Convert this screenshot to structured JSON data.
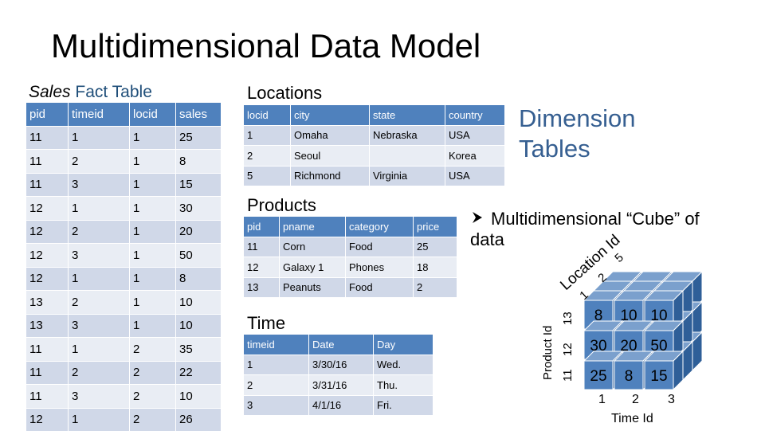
{
  "title": "Multidimensional Data Model",
  "sales": {
    "label_italic": "Sales",
    "label_plain": "Fact Table",
    "columns": [
      "pid",
      "timeid",
      "locid",
      "sales"
    ],
    "rows": [
      [
        "11",
        "1",
        "1",
        "25"
      ],
      [
        "11",
        "2",
        "1",
        "8"
      ],
      [
        "11",
        "3",
        "1",
        "15"
      ],
      [
        "12",
        "1",
        "1",
        "30"
      ],
      [
        "12",
        "2",
        "1",
        "20"
      ],
      [
        "12",
        "3",
        "1",
        "50"
      ],
      [
        "12",
        "1",
        "1",
        "8"
      ],
      [
        "13",
        "2",
        "1",
        "10"
      ],
      [
        "13",
        "3",
        "1",
        "10"
      ],
      [
        "11",
        "1",
        "2",
        "35"
      ],
      [
        "11",
        "2",
        "2",
        "22"
      ],
      [
        "11",
        "3",
        "2",
        "10"
      ],
      [
        "12",
        "1",
        "2",
        "26"
      ]
    ]
  },
  "locations": {
    "label": "Locations",
    "columns": [
      "locid",
      "city",
      "state",
      "country"
    ],
    "rows": [
      [
        "1",
        "Omaha",
        "Nebraska",
        "USA"
      ],
      [
        "2",
        "Seoul",
        "",
        "Korea"
      ],
      [
        "5",
        "Richmond",
        "Virginia",
        "USA"
      ]
    ]
  },
  "products": {
    "label": "Products",
    "columns": [
      "pid",
      "pname",
      "category",
      "price"
    ],
    "rows": [
      [
        "11",
        "Corn",
        "Food",
        "25"
      ],
      [
        "12",
        "Galaxy 1",
        "Phones",
        "18"
      ],
      [
        "13",
        "Peanuts",
        "Food",
        "2"
      ]
    ]
  },
  "time": {
    "label": "Time",
    "columns": [
      "timeid",
      "Date",
      "Day"
    ],
    "rows": [
      [
        "1",
        "3/30/16",
        "Wed."
      ],
      [
        "2",
        "3/31/16",
        "Thu."
      ],
      [
        "3",
        "4/1/16",
        "Fri."
      ]
    ]
  },
  "dimension_tables": "Dimension Tables",
  "bullet": {
    "icon": "arrow-bullet-icon",
    "text": "Multidimensional “Cube” of data"
  },
  "cube": {
    "location_axis_label": "Location Id",
    "location_ids": [
      "1",
      "2",
      "5"
    ],
    "product_axis_label": "Product Id",
    "product_ids": [
      "13",
      "12",
      "11"
    ],
    "time_axis_label": "Time Id",
    "time_ids": [
      "1",
      "2",
      "3"
    ],
    "front_face": [
      [
        "8",
        "10",
        "10"
      ],
      [
        "30",
        "20",
        "50"
      ],
      [
        "25",
        "8",
        "15"
      ]
    ],
    "colors": {
      "front": "#4f81bd",
      "top": "#7ba0cd",
      "side": "#2f5f98"
    }
  }
}
